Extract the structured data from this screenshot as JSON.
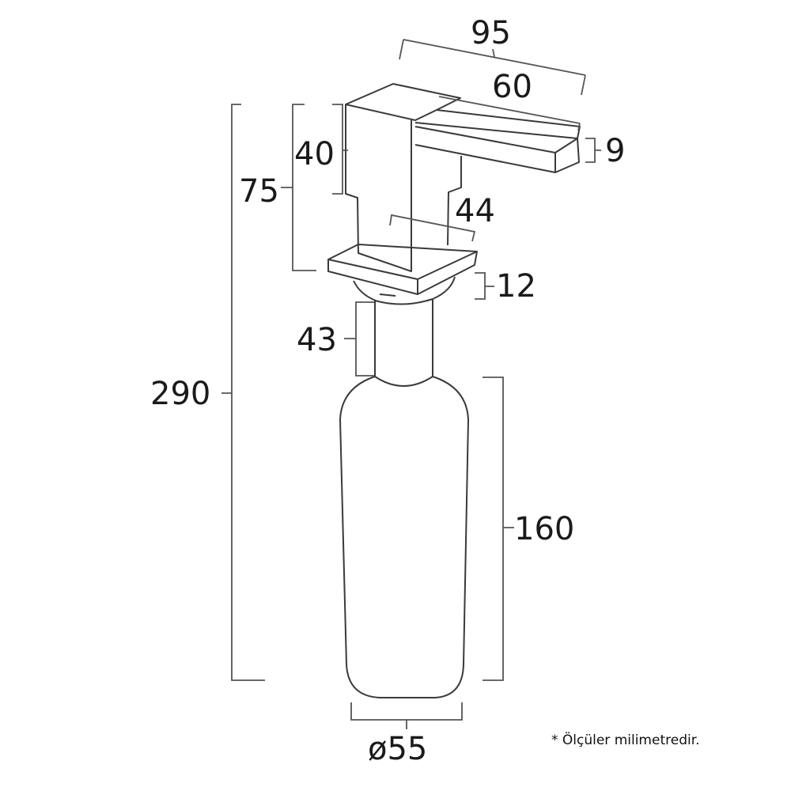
{
  "dimensions": {
    "lever_reach": "95",
    "lever_length": "60",
    "lever_thickness": "9",
    "head_height": "40",
    "above_deck_height": "75",
    "body_width": "44",
    "plate_thickness": "12",
    "shank_length": "43",
    "total_height": "290",
    "bottle_height": "160",
    "bottle_diameter": "ø55"
  },
  "note": "* Ölçüler milimetredir.",
  "colors": {
    "line": "#3a3a3a",
    "text": "#1a1a1a"
  }
}
